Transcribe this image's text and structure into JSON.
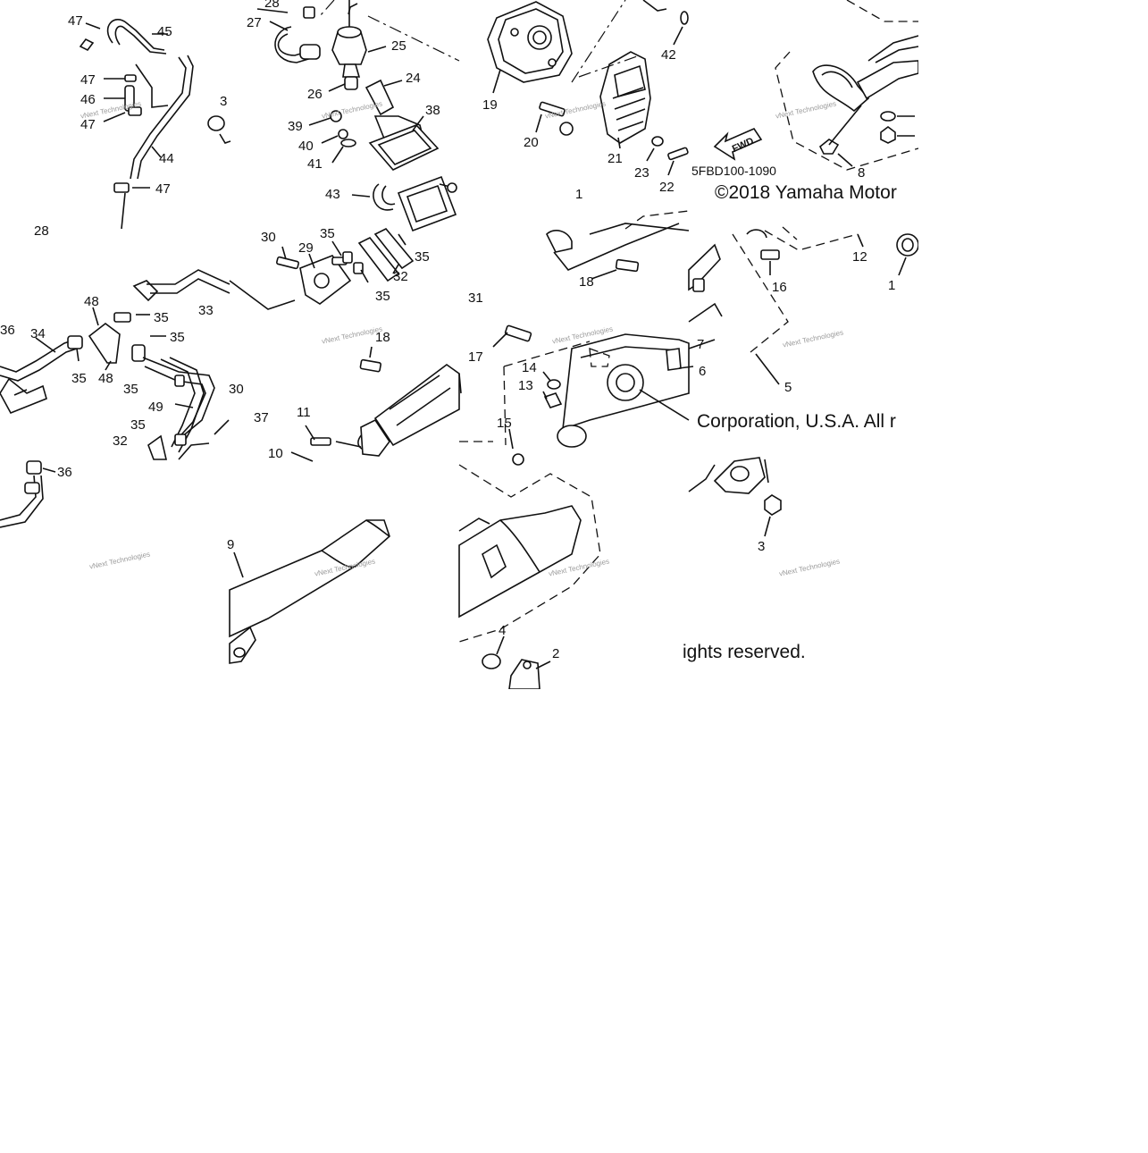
{
  "diagram": {
    "copyright_part1": "©2018 Yamaha Motor",
    "copyright_part2": "Corporation, U.S.A. All r",
    "copyright_part3": "ights reserved.",
    "diagram_code": "5FBD100-1090",
    "fwd_label": "FWD",
    "watermark": "vNext Technologies",
    "callouts": [
      {
        "id": "c47a",
        "label": "47"
      },
      {
        "id": "c45",
        "label": "45"
      },
      {
        "id": "c47b",
        "label": "47"
      },
      {
        "id": "c46",
        "label": "46"
      },
      {
        "id": "c47c",
        "label": "47"
      },
      {
        "id": "c44",
        "label": "44"
      },
      {
        "id": "c47d",
        "label": "47"
      },
      {
        "id": "c28a",
        "label": "28"
      },
      {
        "id": "c28b",
        "label": "28"
      },
      {
        "id": "c27",
        "label": "27"
      },
      {
        "id": "c25",
        "label": "25"
      },
      {
        "id": "c26",
        "label": "26"
      },
      {
        "id": "c24",
        "label": "24"
      },
      {
        "id": "c38",
        "label": "38"
      },
      {
        "id": "c39",
        "label": "39"
      },
      {
        "id": "c40",
        "label": "40"
      },
      {
        "id": "c41",
        "label": "41"
      },
      {
        "id": "c43",
        "label": "43"
      },
      {
        "id": "c3a",
        "label": "3"
      },
      {
        "id": "c19",
        "label": "19"
      },
      {
        "id": "c20",
        "label": "20"
      },
      {
        "id": "c21",
        "label": "21"
      },
      {
        "id": "c23",
        "label": "23"
      },
      {
        "id": "c22",
        "label": "22"
      },
      {
        "id": "c42",
        "label": "42"
      },
      {
        "id": "c8",
        "label": "8"
      },
      {
        "id": "c30a",
        "label": "30"
      },
      {
        "id": "c29",
        "label": "29"
      },
      {
        "id": "c35a",
        "label": "35"
      },
      {
        "id": "c35b",
        "label": "35"
      },
      {
        "id": "c32a",
        "label": "32"
      },
      {
        "id": "c35c",
        "label": "35"
      },
      {
        "id": "c31",
        "label": "31"
      },
      {
        "id": "c33",
        "label": "33"
      },
      {
        "id": "c48a",
        "label": "48"
      },
      {
        "id": "c35d",
        "label": "35"
      },
      {
        "id": "c36a",
        "label": "36"
      },
      {
        "id": "c34",
        "label": "34"
      },
      {
        "id": "c35e",
        "label": "35"
      },
      {
        "id": "c35f",
        "label": "35"
      },
      {
        "id": "c48b",
        "label": "48"
      },
      {
        "id": "c35g",
        "label": "35"
      },
      {
        "id": "c49",
        "label": "49"
      },
      {
        "id": "c30b",
        "label": "30"
      },
      {
        "id": "c37",
        "label": "37"
      },
      {
        "id": "c35h",
        "label": "35"
      },
      {
        "id": "c32b",
        "label": "32"
      },
      {
        "id": "c36b",
        "label": "36"
      },
      {
        "id": "c18a",
        "label": "18"
      },
      {
        "id": "c11",
        "label": "11"
      },
      {
        "id": "c10",
        "label": "10"
      },
      {
        "id": "c1a",
        "label": "1"
      },
      {
        "id": "c18b",
        "label": "18"
      },
      {
        "id": "c16",
        "label": "16"
      },
      {
        "id": "c12",
        "label": "12"
      },
      {
        "id": "c1b",
        "label": "1"
      },
      {
        "id": "c17",
        "label": "17"
      },
      {
        "id": "c14",
        "label": "14"
      },
      {
        "id": "c13",
        "label": "13"
      },
      {
        "id": "c7",
        "label": "7"
      },
      {
        "id": "c6",
        "label": "6"
      },
      {
        "id": "c5",
        "label": "5"
      },
      {
        "id": "c15",
        "label": "15"
      },
      {
        "id": "c3b",
        "label": "3"
      },
      {
        "id": "c9",
        "label": "9"
      },
      {
        "id": "c4",
        "label": "4"
      },
      {
        "id": "c2",
        "label": "2"
      }
    ]
  }
}
